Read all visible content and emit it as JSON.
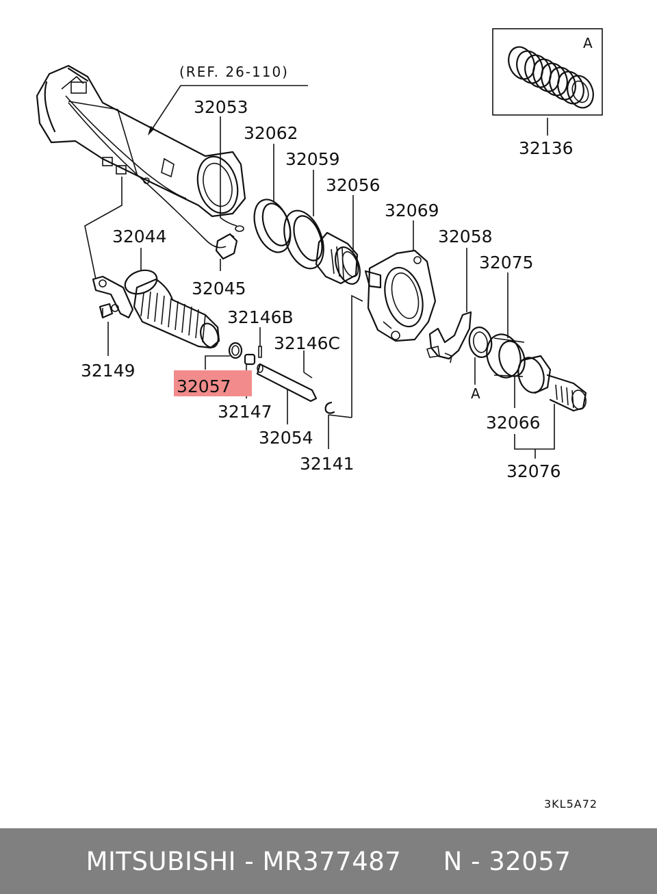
{
  "diagram": {
    "ref_label": "(REF. 26-110)",
    "drawing_code": "3KL5A72",
    "highlight_color": "#f28c8c",
    "parts": {
      "p32053": "32053",
      "p32062": "32062",
      "p32059": "32059",
      "p32056": "32056",
      "p32069": "32069",
      "p32058": "32058",
      "p32075": "32075",
      "p32044": "32044",
      "p32045": "32045",
      "p32146b": "32146B",
      "p32146c": "32146C",
      "p32149": "32149",
      "p32057": "32057",
      "p32147": "32147",
      "p32054": "32054",
      "p32141": "32141",
      "p32066": "32066",
      "p32076": "32076",
      "p32136": "32136"
    },
    "inset_letter": "A",
    "detail_letter": "A"
  },
  "footer": {
    "text": "MITSUBISHI - MR377487     N - 32057"
  }
}
